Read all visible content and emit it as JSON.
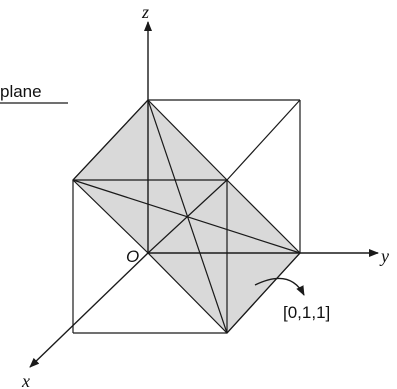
{
  "labels": {
    "z_axis": "z",
    "y_axis": "y",
    "x_axis": "x",
    "origin": "O",
    "plane_caption": "plane",
    "direction": "[0,1,1]"
  },
  "colors": {
    "plane_fill": "#d9d9d9",
    "line": "#1a1a1a"
  }
}
